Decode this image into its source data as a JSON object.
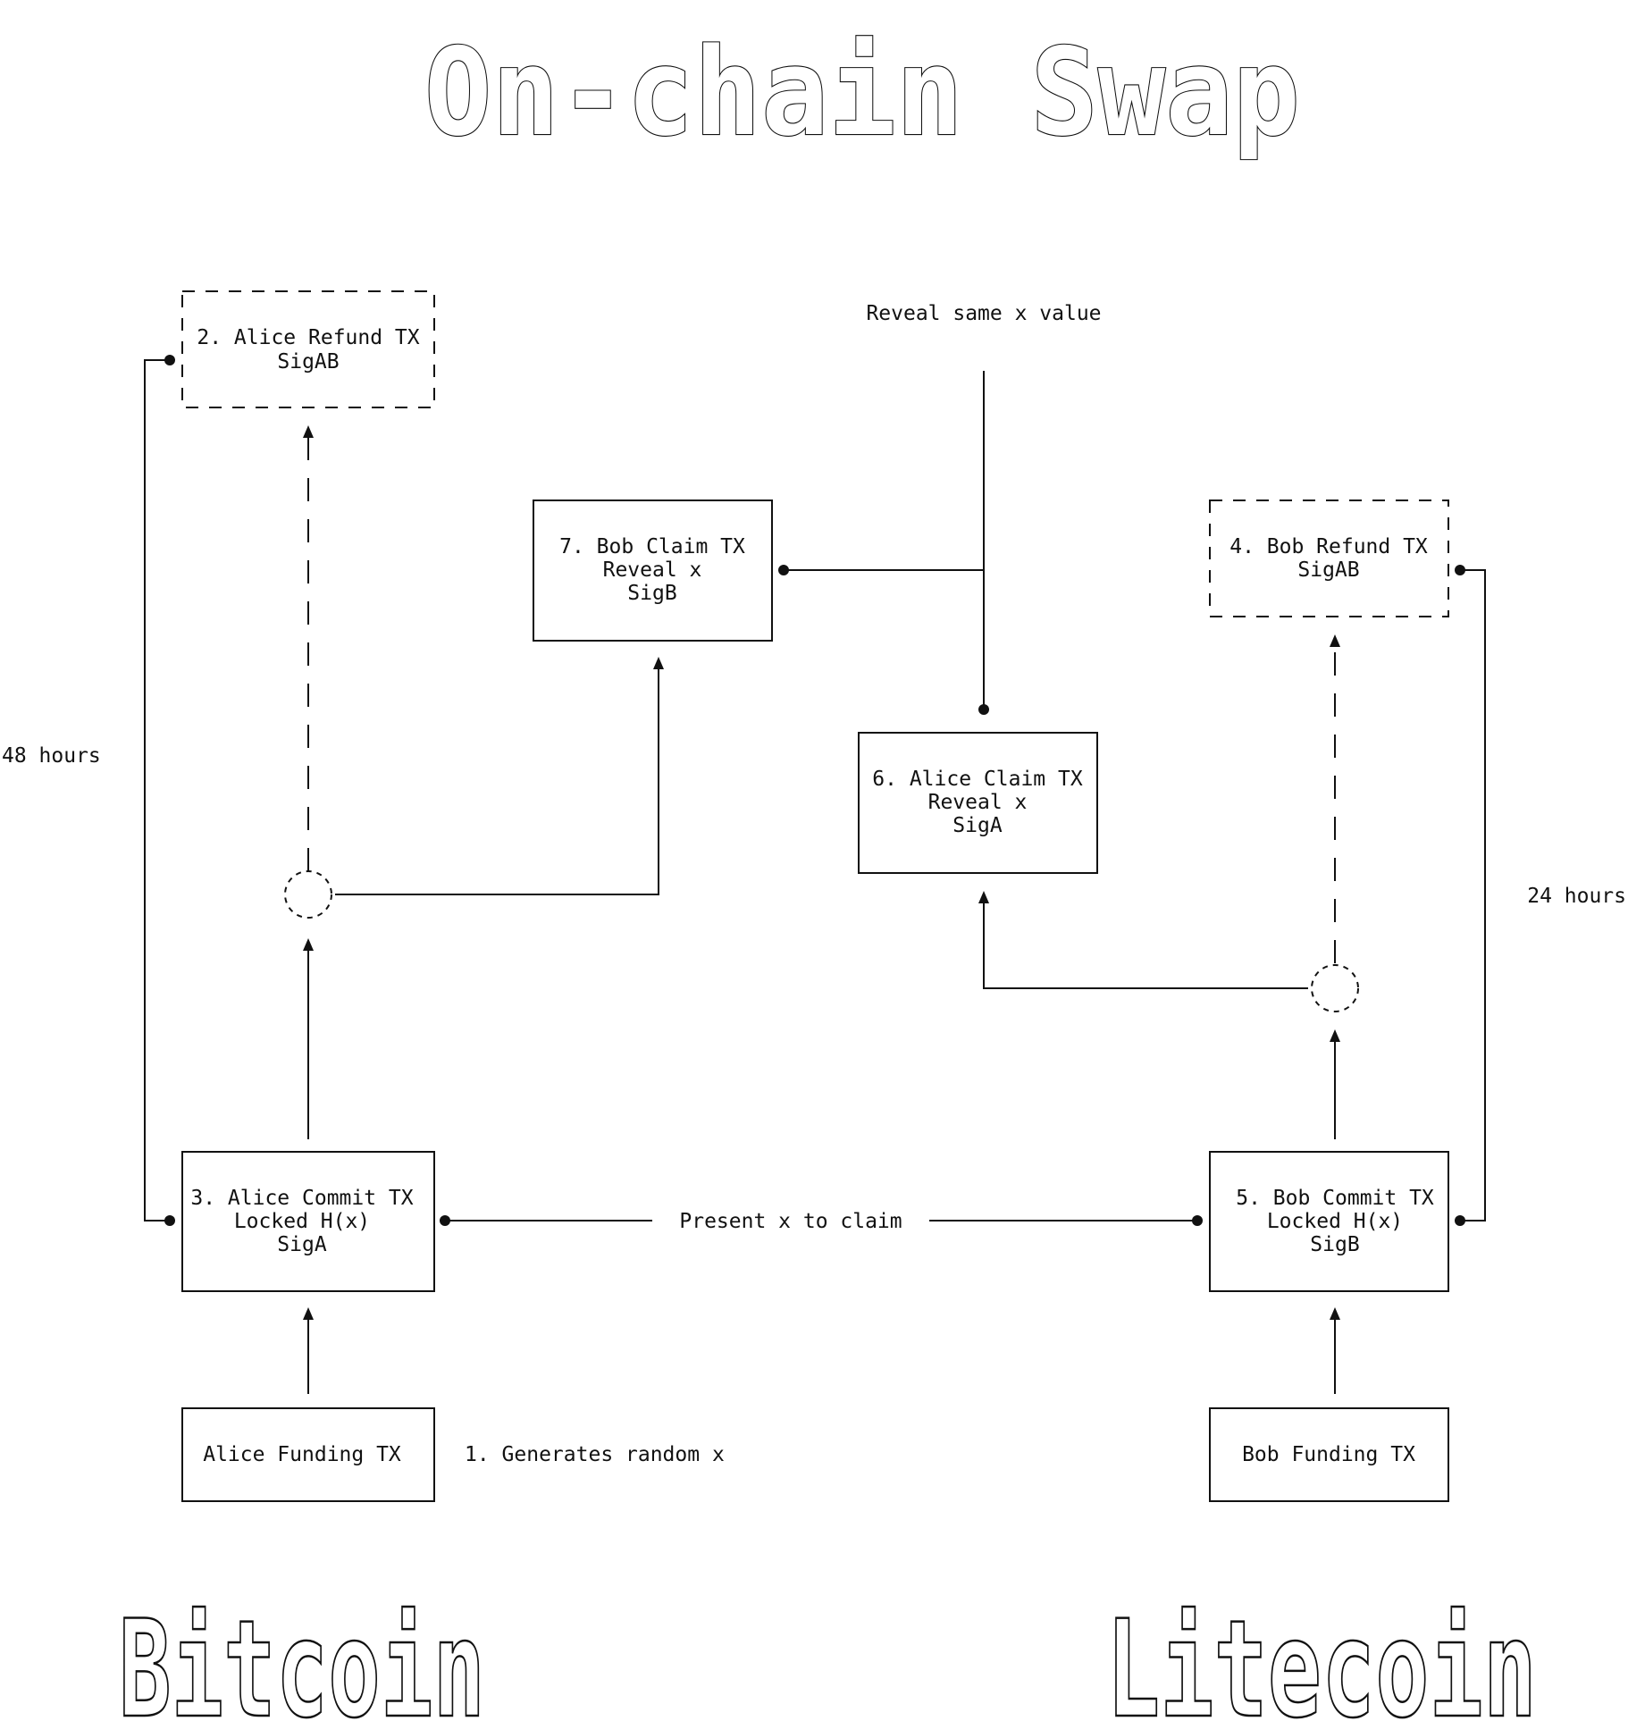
{
  "title": "On-chain Swap",
  "chains": {
    "left": "Bitcoin",
    "right": "Litecoin"
  },
  "nodes": {
    "alice_refund": {
      "lines": [
        "2. Alice Refund TX",
        "SigAB"
      ]
    },
    "bob_claim": {
      "lines": [
        "7. Bob Claim TX",
        "Reveal x",
        "SigB"
      ]
    },
    "bob_refund": {
      "lines": [
        "4. Bob Refund TX",
        "SigAB"
      ]
    },
    "alice_claim": {
      "lines": [
        "6. Alice Claim TX",
        "Reveal x",
        "SigA"
      ]
    },
    "alice_commit": {
      "lines": [
        "3. Alice Commit TX",
        "Locked H(x)",
        "SigA"
      ]
    },
    "bob_commit": {
      "lines": [
        "5. Bob Commit TX",
        "Locked H(x)",
        "SigB"
      ]
    },
    "alice_funding": {
      "lines": [
        "Alice Funding TX"
      ]
    },
    "bob_funding": {
      "lines": [
        "Bob Funding TX"
      ]
    }
  },
  "labels": {
    "reveal_same": "Reveal same x value",
    "present_x": "Present x to claim",
    "generates": "1. Generates random x",
    "timeout_left": "48 hours",
    "timeout_right": "24 hours"
  }
}
